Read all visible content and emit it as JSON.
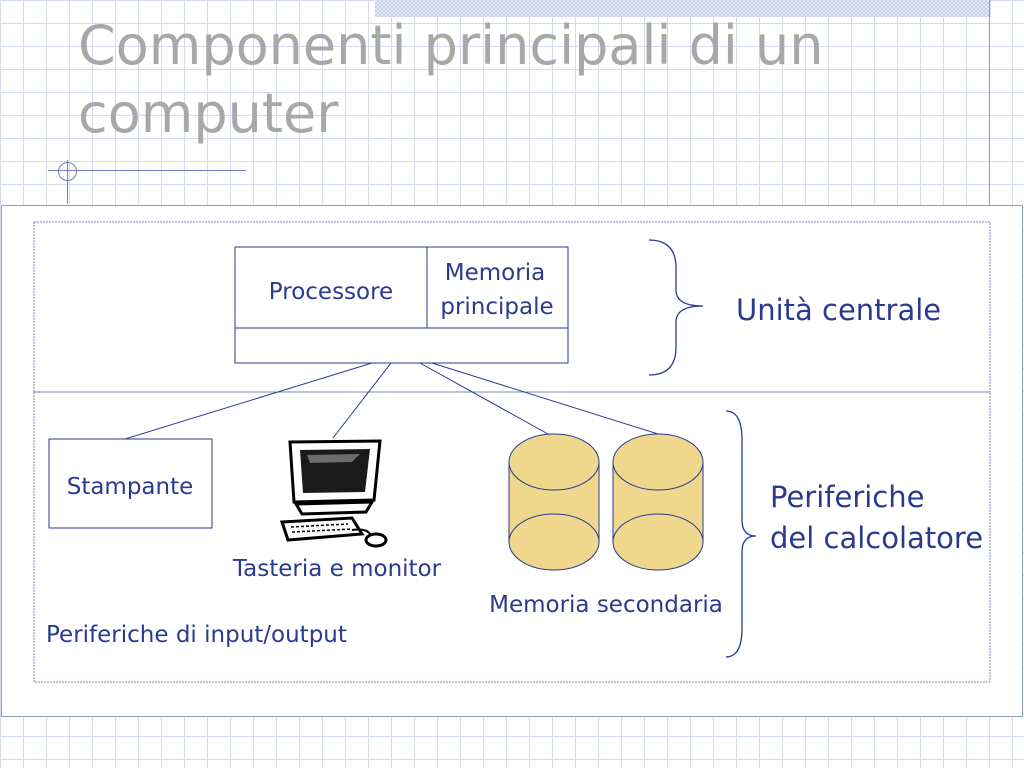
{
  "slide": {
    "title_line1": "Componenti principali di un",
    "title_line2": "computer"
  },
  "diagram": {
    "processor_label": "Processore",
    "memory_line1": "Memoria",
    "memory_line2": "principale",
    "central_unit_label": "Unità centrale",
    "printer_label": "Stampante",
    "keyboard_monitor_label": "Tasteria e monitor",
    "secondary_memory_label": "Memoria secondaria",
    "io_label": "Periferiche di input/output",
    "peripherals_line1": "Periferiche",
    "peripherals_line2": "del calcolatore"
  },
  "colors": {
    "title_text": "#a8a8a8",
    "diagram_text": "#2b3a8f",
    "cylinder_fill": "#efd88e",
    "grid_line": "#d6dcef",
    "frame_line": "#8f9bc8"
  }
}
